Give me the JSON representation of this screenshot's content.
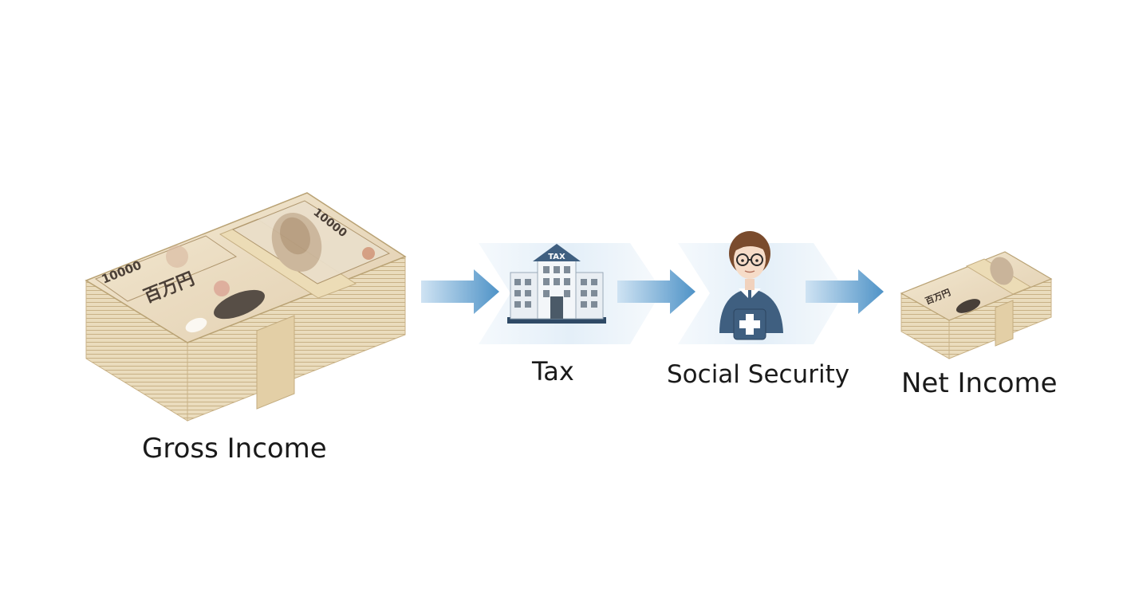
{
  "steps": {
    "gross": {
      "label": "Gross Income",
      "icon": "yen-stack-large-icon"
    },
    "tax": {
      "label": "Tax",
      "sign_text": "TAX",
      "icon": "tax-office-building-icon"
    },
    "social_security": {
      "label": "Social Security",
      "icon": "social-security-officer-icon"
    },
    "net": {
      "label": "Net Income",
      "icon": "yen-stack-small-icon"
    }
  },
  "banknote_text": {
    "denomination": "10000",
    "kanji": "百万円"
  },
  "colors": {
    "arrow": "#5b9fd0",
    "arrow_light": "#cfe3f3",
    "band_light": "#e4eff8",
    "paper": "#efe3c6",
    "paper_edge": "#d6c39a",
    "strap": "#ead9b2",
    "building": "#3f5f80",
    "text": "#1a1a1a"
  }
}
